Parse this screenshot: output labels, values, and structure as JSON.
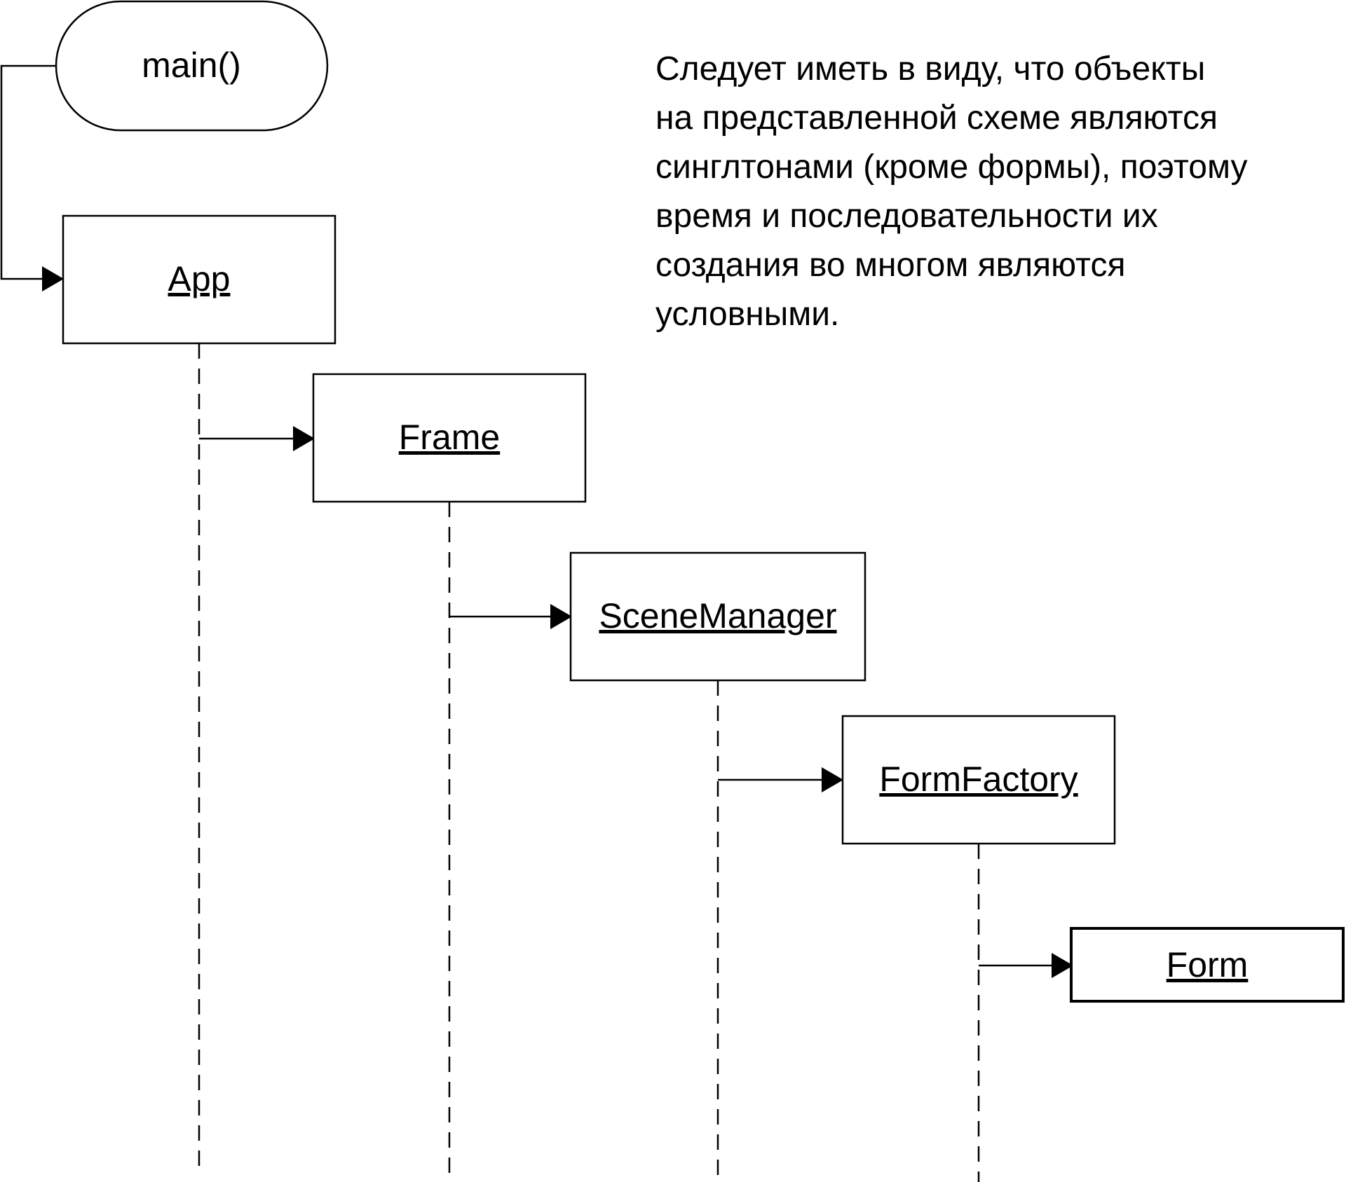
{
  "start_node": {
    "label": "main()"
  },
  "objects": [
    {
      "id": "app",
      "label": "App"
    },
    {
      "id": "frame",
      "label": "Frame"
    },
    {
      "id": "scene-manager",
      "label": "SceneManager"
    },
    {
      "id": "form-factory",
      "label": "FormFactory"
    },
    {
      "id": "form",
      "label": "Form"
    }
  ],
  "note": {
    "lines": [
      "Следует иметь в виду, что объекты",
      "на представленной схеме являются",
      "синглтонами (кроме формы), поэтому",
      "время и последовательности их",
      "создания во многом являются",
      "условными."
    ]
  },
  "colors": {
    "stroke": "#000000",
    "background": "#ffffff",
    "text": "#000000"
  }
}
